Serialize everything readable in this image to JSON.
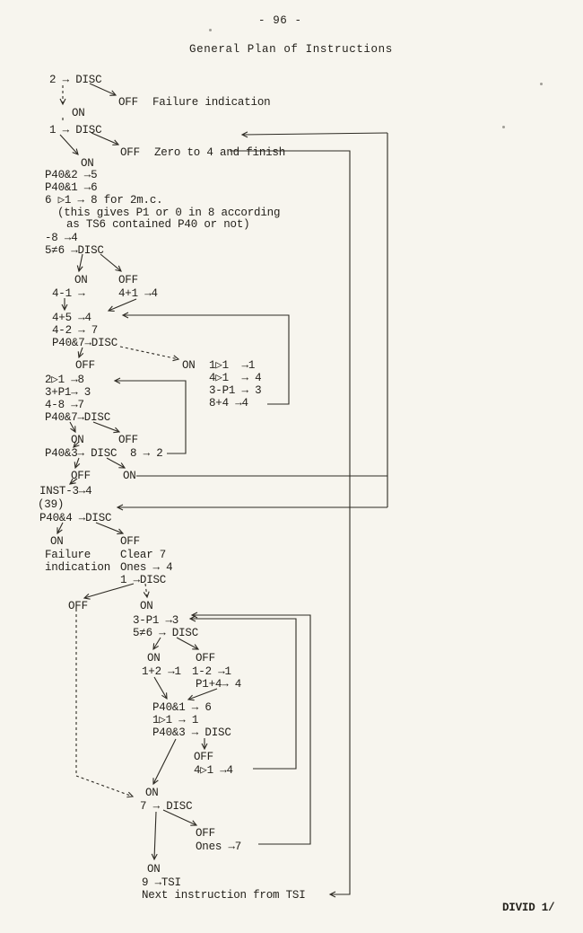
{
  "page": {
    "number": "- 96 -",
    "title": "General Plan of Instructions",
    "footer": "DIVID 1/"
  },
  "nodes": [
    "- 96 -",
    "General Plan of Instructions",
    "2 → DISC",
    "ON",
    "OFF",
    "Failure indication",
    "1 → DISC",
    "ON",
    "OFF",
    "Zero to 4 and finish",
    "P40&2 →5",
    "P40&1 →6",
    "6 ▷1 → 8 for 2m.c.",
    "(this gives P1 or 0 in 8 according",
    "as TS6 contained P40 or not)",
    "-8 →4",
    "5≠6 →DISC",
    "ON",
    "OFF",
    "4-1 →",
    "4+1 →4",
    "4+5 →4",
    "4-2 → 7",
    "P40&7→DISC",
    "OFF",
    "ON",
    "1▷1  →1",
    "4▷1  → 4",
    "3-P1 → 3",
    "8+4 →4",
    "2▷1 →8",
    "3+P1→ 3",
    "4-8 →7",
    "P40&7→DISC",
    "ON",
    "OFF",
    "P40&3→ DISC",
    "8 → 2",
    "OFF",
    "ON",
    "INST-3→4",
    "(39)",
    "P40&4 →DISC",
    "ON",
    "OFF",
    "Failure",
    "indication",
    "Clear 7",
    "Ones → 4",
    "1 →DISC",
    "OFF",
    "ON",
    "3-P1 →3",
    "5≠6 → DISC",
    "ON",
    "OFF",
    "1+2 →1",
    "1-2 →1",
    "P1+4→ 4",
    "P40&1 → 6",
    "1▷1 → 1",
    "P40&3 → DISC",
    "OFF",
    "4▷1 →4",
    "ON",
    "7 → DISC",
    "OFF",
    "Ones →7",
    "ON",
    "9 →TSI",
    "Next instruction from TSI",
    "DIVID 1/"
  ]
}
